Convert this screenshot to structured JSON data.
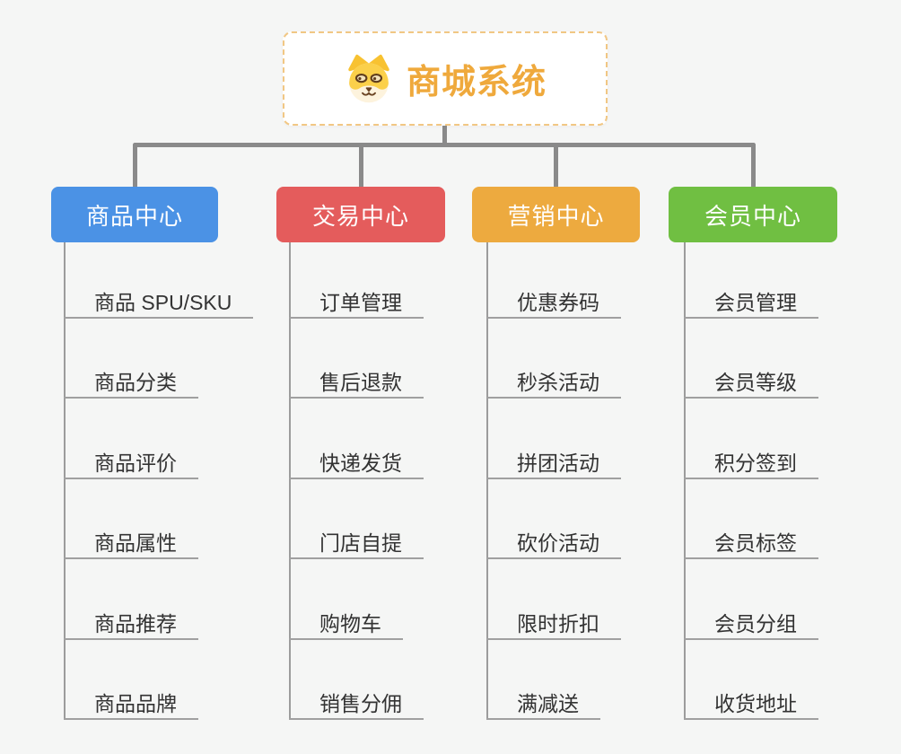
{
  "page": {
    "background_color": "#f5f6f5",
    "connector_color": "#8a8a8a",
    "child_line_color": "#9c9c9c"
  },
  "root": {
    "title": "商城系统",
    "icon": "dog-face-icon",
    "title_color": "#efa93c",
    "border_color": "#f1c784"
  },
  "branches": [
    {
      "label": "商品中心",
      "color": "#4b92e5",
      "items": [
        "商品 SPU/SKU",
        "商品分类",
        "商品评价",
        "商品属性",
        "商品推荐",
        "商品品牌"
      ]
    },
    {
      "label": "交易中心",
      "color": "#e45c5c",
      "items": [
        "订单管理",
        "售后退款",
        "快递发货",
        "门店自提",
        "购物车",
        "销售分佣"
      ]
    },
    {
      "label": "营销中心",
      "color": "#edaa3f",
      "items": [
        "优惠券码",
        "秒杀活动",
        "拼团活动",
        "砍价活动",
        "限时折扣",
        "满减送"
      ]
    },
    {
      "label": "会员中心",
      "color": "#70bf42",
      "items": [
        "会员管理",
        "会员等级",
        "积分签到",
        "会员标签",
        "会员分组",
        "收货地址"
      ]
    }
  ]
}
